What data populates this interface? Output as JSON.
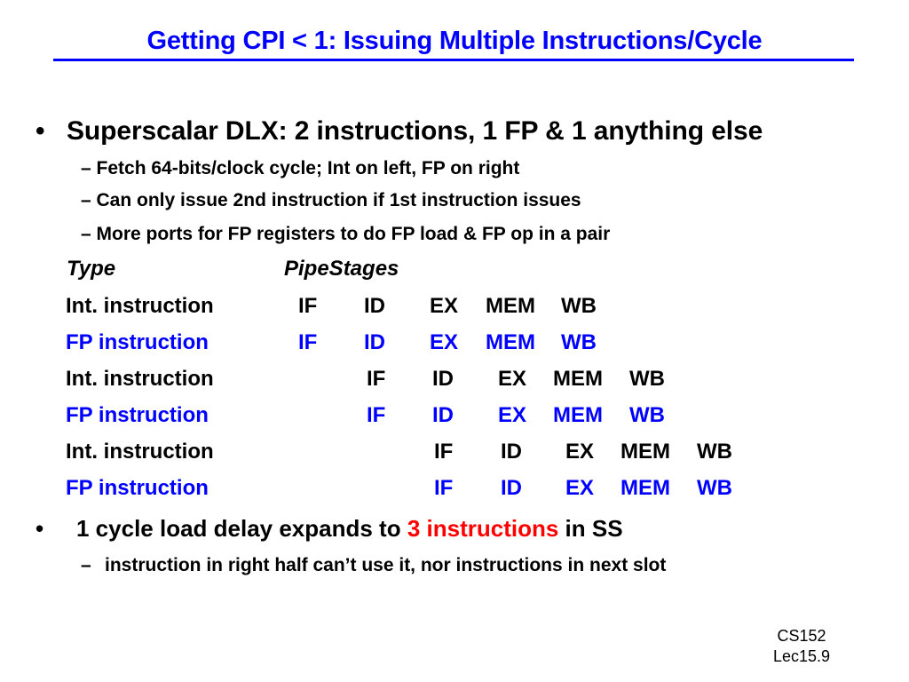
{
  "title": "Getting CPI < 1: Issuing Multiple Instructions/Cycle",
  "bullet1": {
    "marker": "•",
    "text": "Superscalar DLX: 2 instructions, 1 FP & 1 anything else",
    "subitems": [
      "– Fetch 64-bits/clock cycle; Int on left, FP on right",
      "– Can only issue 2nd instruction if 1st instruction issues",
      "– More ports for FP registers to do FP load & FP op in a pair"
    ]
  },
  "table": {
    "header_type": "Type",
    "header_stages": "PipeStages",
    "rows": [
      {
        "type": "Int. instruction",
        "stages": [
          "IF",
          "ID",
          "EX",
          "MEM",
          "WB"
        ]
      },
      {
        "type": "FP instruction",
        "stages": [
          "IF",
          "ID",
          "EX",
          "MEM",
          "WB"
        ]
      },
      {
        "type": "Int. instruction",
        "stages": [
          "IF",
          "ID",
          "EX",
          "MEM",
          "WB"
        ]
      },
      {
        "type": "FP instruction",
        "stages": [
          "IF",
          "ID",
          "EX",
          "MEM",
          "WB"
        ]
      },
      {
        "type": "Int. instruction",
        "stages": [
          "IF",
          "ID",
          "EX",
          "MEM",
          "WB"
        ]
      },
      {
        "type": "FP instruction",
        "stages": [
          "IF",
          "ID",
          "EX",
          "MEM",
          "WB"
        ]
      }
    ]
  },
  "bullet2": {
    "marker": "•",
    "text_before": "1 cycle load delay expands to ",
    "highlight": "3 instructions",
    "text_after": " in SS",
    "sub_marker": "–",
    "sub_text": "instruction in right half can’t use it, nor instructions in next slot"
  },
  "footer": {
    "line1": "CS152",
    "line2": "Lec15.9"
  },
  "colors": {
    "title": "#0000ff",
    "fp_rows": "#0000ff",
    "highlight": "#ff0000",
    "text": "#000000"
  }
}
